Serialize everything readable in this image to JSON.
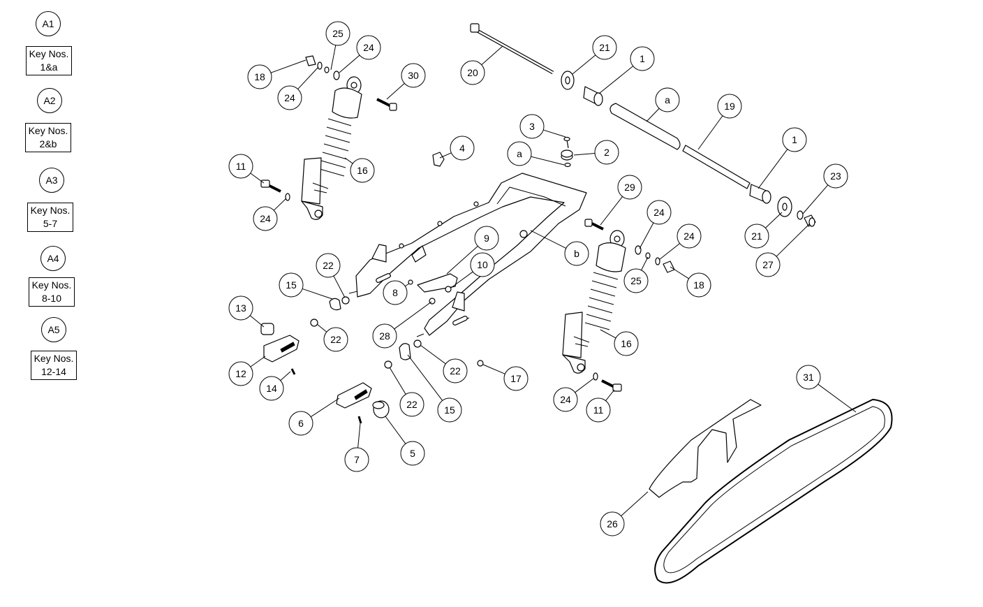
{
  "legend": [
    {
      "group": "A1",
      "key": "Key Nos.\n1&a",
      "line1": "Key Nos.",
      "line2": "1&a"
    },
    {
      "group": "A2",
      "key": "Key Nos.",
      "line1": "Key Nos.",
      "line2": "2&b"
    },
    {
      "group": "A3",
      "key": "Key Nos.",
      "line1": "Key Nos.",
      "line2": "5-7"
    },
    {
      "group": "A4",
      "key": "Key Nos.",
      "line1": "Key Nos.",
      "line2": "8-10"
    },
    {
      "group": "A5",
      "key": "Key Nos.",
      "line1": "Key Nos.",
      "line2": "12-14"
    }
  ],
  "callouts": [
    "25",
    "24",
    "18",
    "24",
    "30",
    "20",
    "21",
    "1",
    "a",
    "19",
    "1",
    "23",
    "21",
    "27",
    "3",
    "a",
    "2",
    "4",
    "11",
    "24",
    "16",
    "29",
    "24",
    "24",
    "25",
    "18",
    "b",
    "9",
    "10",
    "8",
    "22",
    "15",
    "13",
    "22",
    "28",
    "12",
    "14",
    "22",
    "15",
    "22",
    "17",
    "16",
    "24",
    "11",
    "6",
    "7",
    "5",
    "31",
    "26"
  ],
  "colors": {
    "line": "#000000",
    "background": "#ffffff"
  }
}
